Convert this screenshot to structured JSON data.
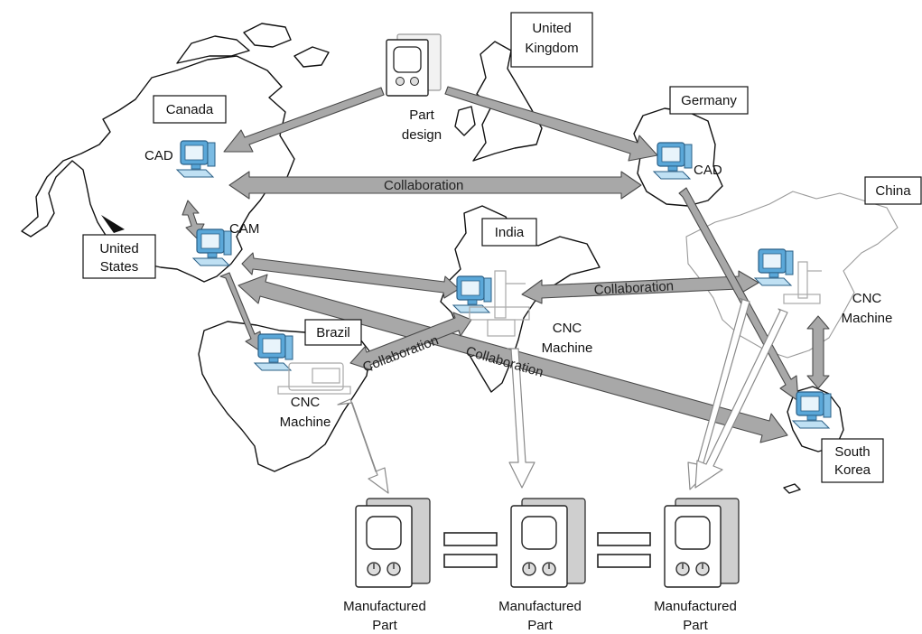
{
  "nodes": {
    "uk": {
      "label_line1": "United",
      "label_line2": "Kingdom"
    },
    "canada": {
      "label": "Canada",
      "station": "CAD"
    },
    "germany": {
      "label": "Germany",
      "station": "CAD"
    },
    "us": {
      "label_line1": "United",
      "label_line2": "States",
      "station": "CAM"
    },
    "india": {
      "label": "India",
      "machine_line1": "CNC",
      "machine_line2": "Machine"
    },
    "china": {
      "label": "China",
      "machine_line1": "CNC",
      "machine_line2": "Machine"
    },
    "brazil": {
      "label": "Brazil",
      "machine_line1": "CNC",
      "machine_line2": "Machine"
    },
    "south_korea": {
      "label_line1": "South",
      "label_line2": "Korea"
    }
  },
  "part_design": {
    "line1": "Part",
    "line2": "design"
  },
  "collaborations": {
    "canada_germany": "Collaboration",
    "india_china": "Collaboration",
    "india_brazil": "Collaboration",
    "us_korea": "Collaboration"
  },
  "outputs": [
    {
      "line1": "Manufactured",
      "line2": "Part"
    },
    {
      "line1": "Manufactured",
      "line2": "Part"
    },
    {
      "line1": "Manufactured",
      "line2": "Part"
    }
  ],
  "colors": {
    "computer": "#5aa7d8",
    "arrow_fill": "#a8a8a8",
    "arrow_stroke": "#4a4a4a"
  },
  "icons": [
    "computer-icon",
    "cnc-machine-icon",
    "manufactured-part-icon",
    "part-design-icon"
  ]
}
